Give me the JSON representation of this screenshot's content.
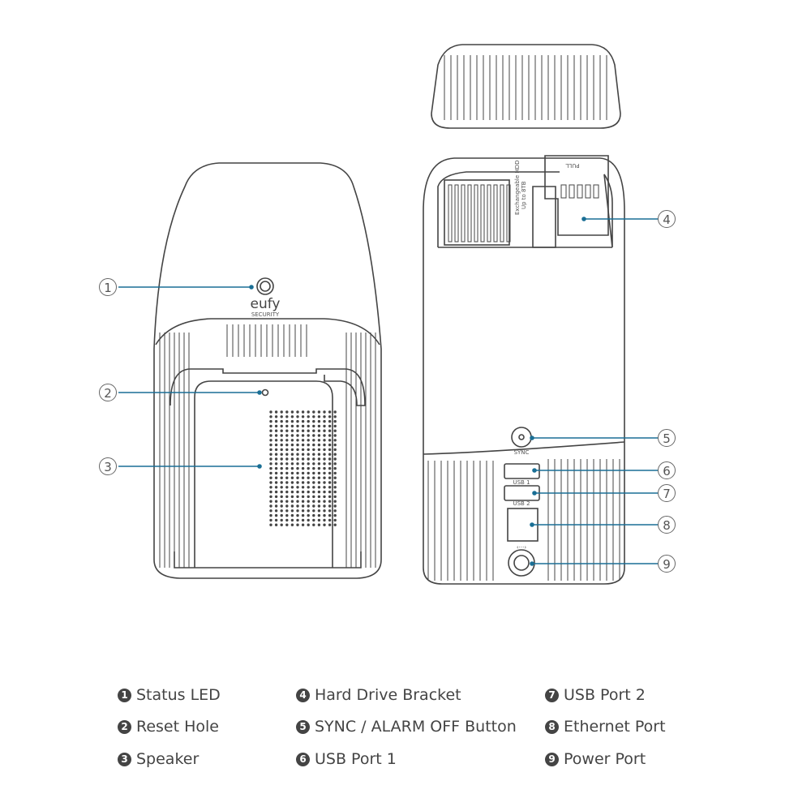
{
  "device_text": {
    "brand": "eufy",
    "brand_sub": "SECURITY",
    "sync_label": "SYNC",
    "usb1_label": "USB 1",
    "usb2_label": "USB 2",
    "ethernet_symbol": "‹···›",
    "pull_label": "PULL",
    "bracket_note_1": "Exchangeable HDD",
    "bracket_note_2": "Up to 8TB"
  },
  "line_color": "#1a6f95",
  "callouts": [
    "1",
    "2",
    "3",
    "4",
    "5",
    "6",
    "7",
    "8",
    "9"
  ],
  "legend": [
    {
      "num": "1",
      "label": "Status LED"
    },
    {
      "num": "2",
      "label": "Reset Hole"
    },
    {
      "num": "3",
      "label": "Speaker"
    },
    {
      "num": "4",
      "label": "Hard Drive Bracket"
    },
    {
      "num": "5",
      "label": "SYNC / ALARM OFF Button"
    },
    {
      "num": "6",
      "label": "USB Port 1"
    },
    {
      "num": "7",
      "label": "USB Port 2"
    },
    {
      "num": "8",
      "label": "Ethernet Port"
    },
    {
      "num": "9",
      "label": "Power Port"
    }
  ]
}
